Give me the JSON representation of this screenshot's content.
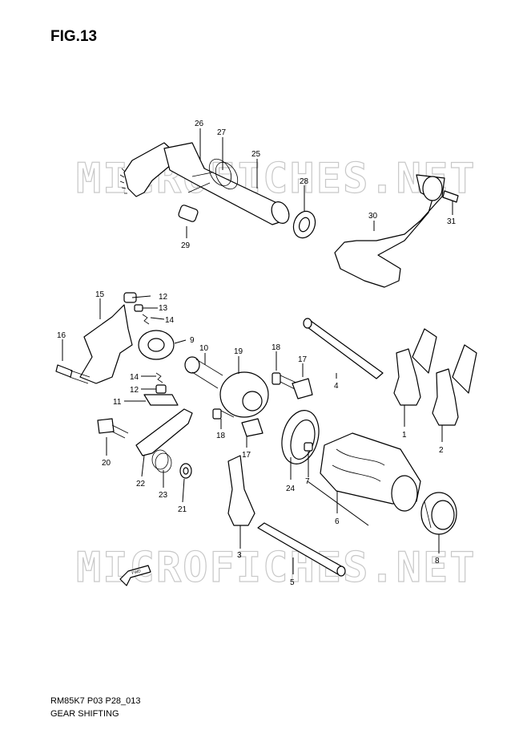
{
  "figure": {
    "title": "FIG.13"
  },
  "footer": {
    "code": "RM85K7 P03 P28_013",
    "name": "GEAR SHIFTING"
  },
  "watermark": {
    "text": "MICROFICHES.NET",
    "color": "#c8c8c8"
  },
  "fwd_badge": {
    "text": "FWD"
  },
  "callouts": [
    "26",
    "27",
    "25",
    "28",
    "29",
    "30",
    "31",
    "15",
    "12",
    "13",
    "14",
    "9",
    "16",
    "10",
    "19",
    "18",
    "17",
    "4",
    "14",
    "12",
    "11",
    "1",
    "2",
    "18",
    "17",
    "20",
    "22",
    "23",
    "21",
    "24",
    "7",
    "6",
    "3",
    "8",
    "5"
  ]
}
